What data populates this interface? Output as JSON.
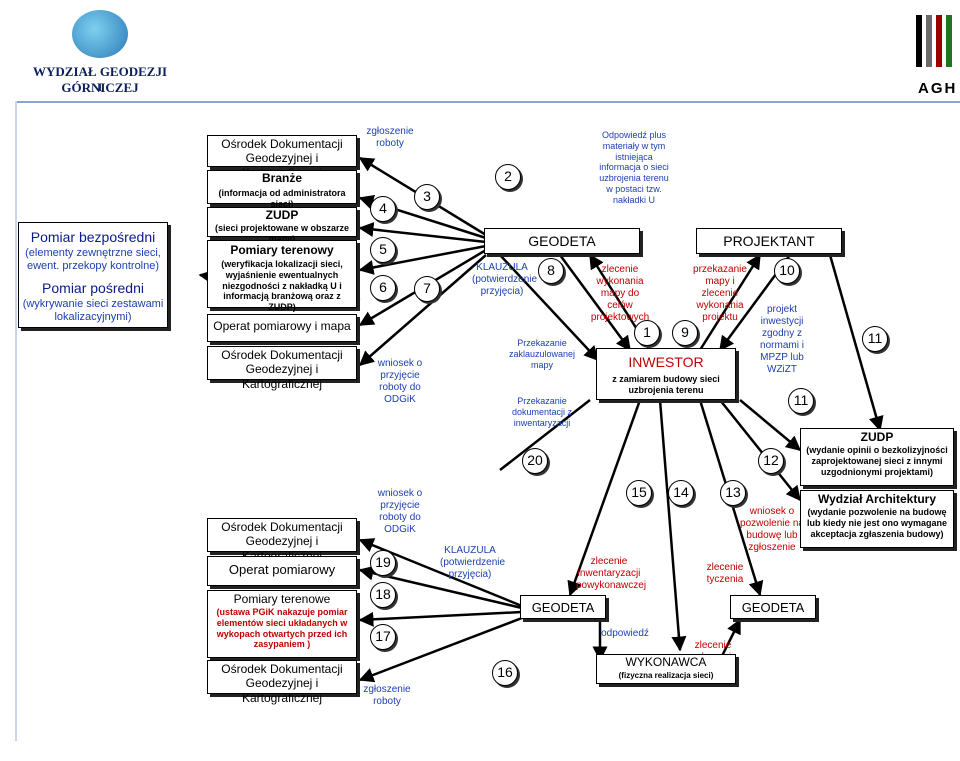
{
  "header": {
    "faculty": "WYDZIAŁ GEODEZJI GÓRNICZEJ",
    "faculty_sub": "I",
    "university_logo": "AGH"
  },
  "left": {
    "pomiar_bezposredni": "Pomiar bezpośredni",
    "pomiar_bezposredni_desc": "(elementy zewnętrzne sieci, ewent. przekopy kontrolne)",
    "pomiar_posredni": "Pomiar pośredni",
    "pomiar_posredni_desc": "(wykrywanie sieci zestawami lokalizacyjnymi)"
  },
  "top_block": {
    "odgik": "Ośrodek Dokumentacji Geodezyjnej i Kartograficznej",
    "branze": "Branże",
    "branze_desc": "(informacja od administratora sieci)",
    "zudp": "ZUDP",
    "zudp_desc": "(sieci projektowane w obszarze mapy)",
    "pomiary": "Pomiary terenowy",
    "pomiary_desc": "(weryfikacja lokalizacji sieci, wyjaśnienie ewentualnych niezgodności z nakładką U i informacją branżową oraz z ZUDP)",
    "operat": "Operat pomiarowy i mapa",
    "odgik2": "Ośrodek Dokumentacji Geodezyjnej i Kartograficznej"
  },
  "bottom_block": {
    "odgik": "Ośrodek Dokumentacji Geodezyjnej i Kartograficznej",
    "operat": "Operat pomiarowy",
    "pomiary": "Pomiary terenowe",
    "pomiary_desc": "(ustawa PGiK nakazuje pomiar elementów sieci układanych w wykopach otwartych przed ich zasypaniem )",
    "odgik2": "Ośrodek Dokumentacji Geodezyjnej i Kartograficznej"
  },
  "labels": {
    "zgloszenie_top": "zgłoszenie roboty",
    "wniosek_top": "wniosek o przyjęcie roboty do ODGiK",
    "wniosek_bottom": "wniosek o przyjęcie roboty do ODGiK",
    "zgloszenie_bottom": "zgłoszenie roboty",
    "klauzula_top": "KLAUZULA (potwierdzenie przyjęcia)",
    "klauzula_bottom": "KLAUZULA (potwierdzenie przyjęcia)",
    "odpowiedz": "Odpowiedź plus materiały w tym istniejąca informacja o sieci uzbrojenia terenu w postaci tzw. nakładki U",
    "przekazanie_mapy": "Przekazanie zaklauzulowanej mapy",
    "przekazanie_dok": "Przekazanie dokumentacji z inwentaryzacji",
    "zlecenie_mapy": "zlecenie wykonania mapy do celów projektowych",
    "przekazanie_mapy_projekt": "przekazanie mapy i zlecenie wykonania projektu",
    "projekt_zgodny": "projekt inwestycji zgodny z normami i MPZP lub WZiZT",
    "zlecenie_inw": "zlecenie inwentaryzacji powykonawczej",
    "zlecenie_tyczenia": "zlecenie tyczenia",
    "wniosek_pozwolenie": "wniosek o pozwolenie na budowę lub zgłoszenie",
    "odpowiedz_small": "odpowiedź",
    "zlecenie_wykonania": "zlecenie wykonania"
  },
  "nodes": {
    "geodeta_top": "GEODETA",
    "projektant": "PROJEKTANT",
    "inwestor": "INWESTOR",
    "inwestor_desc": "z zamiarem budowy sieci uzbrojenia terenu",
    "geodeta_bottom_left": "GEODETA",
    "geodeta_bottom_right": "GEODETA",
    "wykonawca": "WYKONAWCA",
    "wykonawca_desc": "(fizyczna realizacja sieci)",
    "zudp_right": "ZUDP",
    "zudp_right_desc": "(wydanie opinii o bezkolizyjności zaprojektowanej sieci z innymi uzgodnionymi projektami)",
    "wydzial": "Wydział Architektury",
    "wydzial_desc": "(wydanie pozwolenie na budowę lub kiedy nie jest ono wymagane akceptacja zgłaszenia budowy)"
  },
  "steps": {
    "s1": "1",
    "s2": "2",
    "s3": "3",
    "s4": "4",
    "s5": "5",
    "s6": "6",
    "s7": "7",
    "s8": "8",
    "s9": "9",
    "s10": "10",
    "s11": "11",
    "s12": "12",
    "s13": "13",
    "s14": "14",
    "s15": "15",
    "s16": "16",
    "s17": "17",
    "s18": "18",
    "s19": "19",
    "s20": "20"
  }
}
